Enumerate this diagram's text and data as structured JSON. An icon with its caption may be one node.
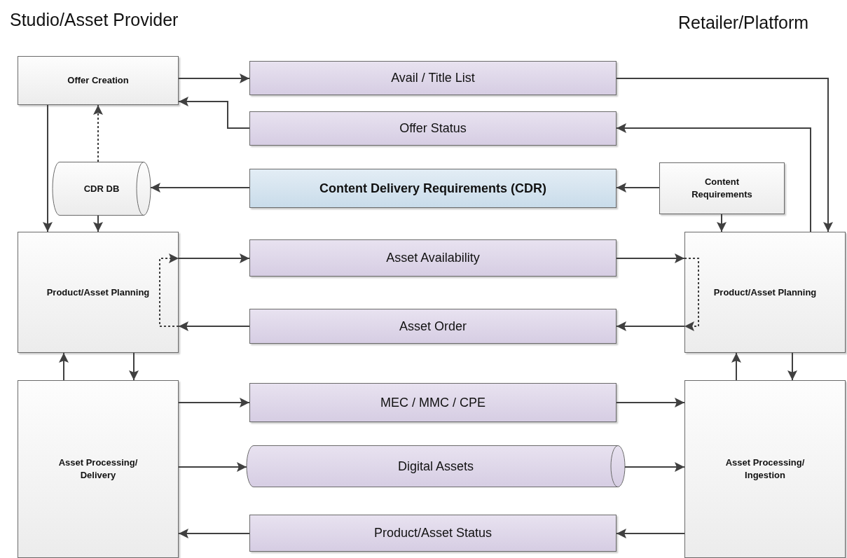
{
  "diagram": {
    "nodes": [
      {
        "text": [
          "Offer Creation"
        ]
      },
      {
        "text": [
          "Avail / Title List"
        ]
      },
      {
        "text": [
          "Offer Status"
        ]
      },
      {
        "text": [
          "CDR DB"
        ]
      },
      {
        "text": [
          "Content Delivery Requirements (CDR)"
        ]
      },
      {
        "text": [
          "Content Requirements"
        ]
      },
      {
        "text": [
          "Product/Asset Planning"
        ]
      },
      {
        "text": [
          "Asset Availability"
        ]
      },
      {
        "text": [
          "Product/Asset Planning"
        ]
      },
      {
        "text": [
          "Asset Order"
        ]
      },
      {
        "text": [
          "Asset Processing/ Delivery"
        ]
      },
      {
        "text": [
          "MEC / MMC / CPE"
        ]
      },
      {
        "text": [
          "Digital Assets"
        ]
      },
      {
        "text": [
          "Asset Processing/ Ingestion"
        ]
      },
      {
        "text": [
          "Product/Asset Status"
        ]
      }
    ],
    "edges": [
      {
        "from": 0,
        "to": 1,
        "arrow": "to"
      },
      {
        "from": 2,
        "to": 0,
        "arrow": "to"
      },
      {
        "from": 1,
        "to": 8,
        "arrow": "to"
      },
      {
        "from": 8,
        "to": 2,
        "arrow": "to"
      },
      {
        "from": 5,
        "to": 4,
        "arrow": "to"
      },
      {
        "from": 4,
        "to": 3,
        "arrow": "to"
      },
      {
        "from": 3,
        "to": 0,
        "arrow": "to",
        "style": "dashed"
      },
      {
        "from": 0,
        "to": 6,
        "arrow": "to"
      },
      {
        "from": 3,
        "to": 6,
        "arrow": "to"
      },
      {
        "from": 5,
        "to": 8,
        "arrow": "to"
      },
      {
        "from": 6,
        "to": 7,
        "arrow": "to"
      },
      {
        "from": 7,
        "to": 8,
        "arrow": "to"
      },
      {
        "from": 8,
        "to": 9,
        "arrow": "to"
      },
      {
        "from": 9,
        "to": 6,
        "arrow": "to"
      },
      {
        "from": 6,
        "to": 6,
        "arrow": "to",
        "style": "dashed"
      },
      {
        "from": 8,
        "to": 8,
        "arrow": "to",
        "style": "dashed"
      },
      {
        "from": 10,
        "to": 6,
        "arrow": "to"
      },
      {
        "from": 6,
        "to": 10,
        "arrow": "to"
      },
      {
        "from": 13,
        "to": 8,
        "arrow": "to"
      },
      {
        "from": 8,
        "to": 13,
        "arrow": "to"
      },
      {
        "from": 10,
        "to": 11,
        "arrow": "to"
      },
      {
        "from": 11,
        "to": 13,
        "arrow": "to"
      },
      {
        "from": 10,
        "to": 12,
        "arrow": "to"
      },
      {
        "from": 12,
        "to": 13,
        "arrow": "to"
      },
      {
        "from": 13,
        "to": 14,
        "arrow": "to"
      },
      {
        "from": 14,
        "to": 10,
        "arrow": "to"
      }
    ],
    "labels": [
      "Studio/Asset Provider",
      "Retailer/Platform"
    ]
  }
}
